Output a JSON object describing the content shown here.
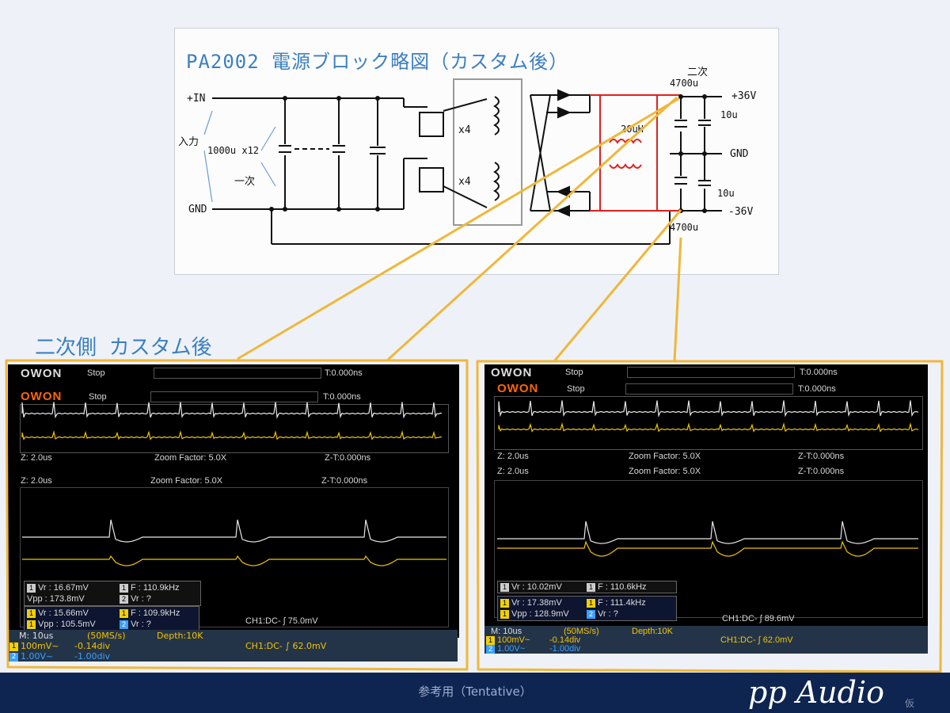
{
  "schematic": {
    "title": "PA2002 電源ブロック略図（カスタム後）",
    "labels": {
      "plus_in": "+IN",
      "gnd_in": "GND",
      "input": "入力",
      "cap_bank": "1000u x12",
      "primary": "一次",
      "x4_top": "x4",
      "x4_bottom": "x4",
      "inductor": "20uH",
      "secondary": "二次",
      "cap_top": "4700u",
      "cap_bottom": "4700u",
      "cap_10u_top": "10u",
      "cap_10u_bottom": "10u",
      "out_plus": "+36V",
      "out_gnd": "GND",
      "out_minus": "-36V"
    }
  },
  "section_title": "二次側 カスタム後",
  "scope_left": {
    "inner": {
      "brand": "OWON",
      "status": "Stop",
      "trigger_time": "T:0.000ns"
    },
    "outer": {
      "brand": "OWON",
      "status": "Stop",
      "trigger_time": "T:0.000ns"
    },
    "zoom_bar_a": {
      "z": "Z: 2.0us",
      "factor": "Zoom Factor: 5.0X",
      "zt": "Z-T:0.000ns"
    },
    "zoom_bar_b": {
      "z": "Z: 2.0us",
      "factor": "Zoom Factor: 5.0X",
      "zt": "Z-T:0.000ns"
    },
    "meas_a": {
      "ch1": "1",
      "vr": "Vr : 16.67mV",
      "vpp": "Vpp : 173.8mV",
      "ch1b": "1",
      "f": "F : 110.9kHz",
      "ch2": "2",
      "vr2": "Vr :     ?"
    },
    "meas_b": {
      "ch1": "1",
      "vr": "Vr : 15.66mV",
      "vpp": "Vpp : 105.5mV",
      "ch1b": "1",
      "f": "F : 109.9kHz",
      "ch2": "2",
      "vr2": "Vr :     ?"
    },
    "trig_a": "CH1:DC- ∫ 75.0mV",
    "bottom": {
      "m": "M: 10us",
      "rate": "(50MS/s)",
      "depth": "Depth:10K",
      "ch1_scale": "100mV~",
      "ch1_off": "-0.14div",
      "trig": "CH1:DC- ∫ 62.0mV",
      "ch2_scale": "1.00V~",
      "ch2_off": "-1.00div"
    }
  },
  "scope_right": {
    "inner": {
      "brand": "OWON",
      "status": "Stop",
      "trigger_time": "T:0.000ns"
    },
    "outer": {
      "brand": "OWON",
      "status": "Stop",
      "trigger_time": "T:0.000ns"
    },
    "zoom_bar_a": {
      "z": "Z: 2.0us",
      "factor": "Zoom Factor: 5.0X",
      "zt": "Z-T:0.000ns"
    },
    "zoom_bar_b": {
      "z": "Z: 2.0us",
      "factor": "Zoom Factor: 5.0X",
      "zt": "Z-T:0.000ns"
    },
    "meas_a": {
      "ch1": "1",
      "vr": "Vr : 10.02mV",
      "ch1b": "1",
      "f": "F : 110.6kHz"
    },
    "meas_b": {
      "ch1": "1",
      "vr": "Vr : 17.38mV",
      "vpp": "Vpp : 128.9mV",
      "ch1b": "1",
      "f": "F : 111.4kHz",
      "ch2": "2",
      "vr2": "Vr :     ?"
    },
    "trig_a": "CH1:DC- ∫ 89.6mV",
    "bottom": {
      "m": "M: 10us",
      "rate": "(50MS/s)",
      "depth": "Depth:10K",
      "ch1_scale": "100mV~",
      "ch1_off": "-0.14div",
      "trig": "CH1:DC- ∫ 62.0mV",
      "ch2_scale": "1.00V~",
      "ch2_off": "-1.00div"
    }
  },
  "footer": {
    "center": "参考用（Tentative）",
    "brand": "pp Audio",
    "brand_mark": "仮"
  },
  "colors": {
    "background": "#eef2f8",
    "title_blue": "#3b7fc1",
    "callout_yellow": "#f0b73a",
    "custom_red": "#e02020",
    "footer_navy": "#0f2551",
    "trace_white": "#e8e8e8",
    "trace_yellow": "#f2c400"
  }
}
